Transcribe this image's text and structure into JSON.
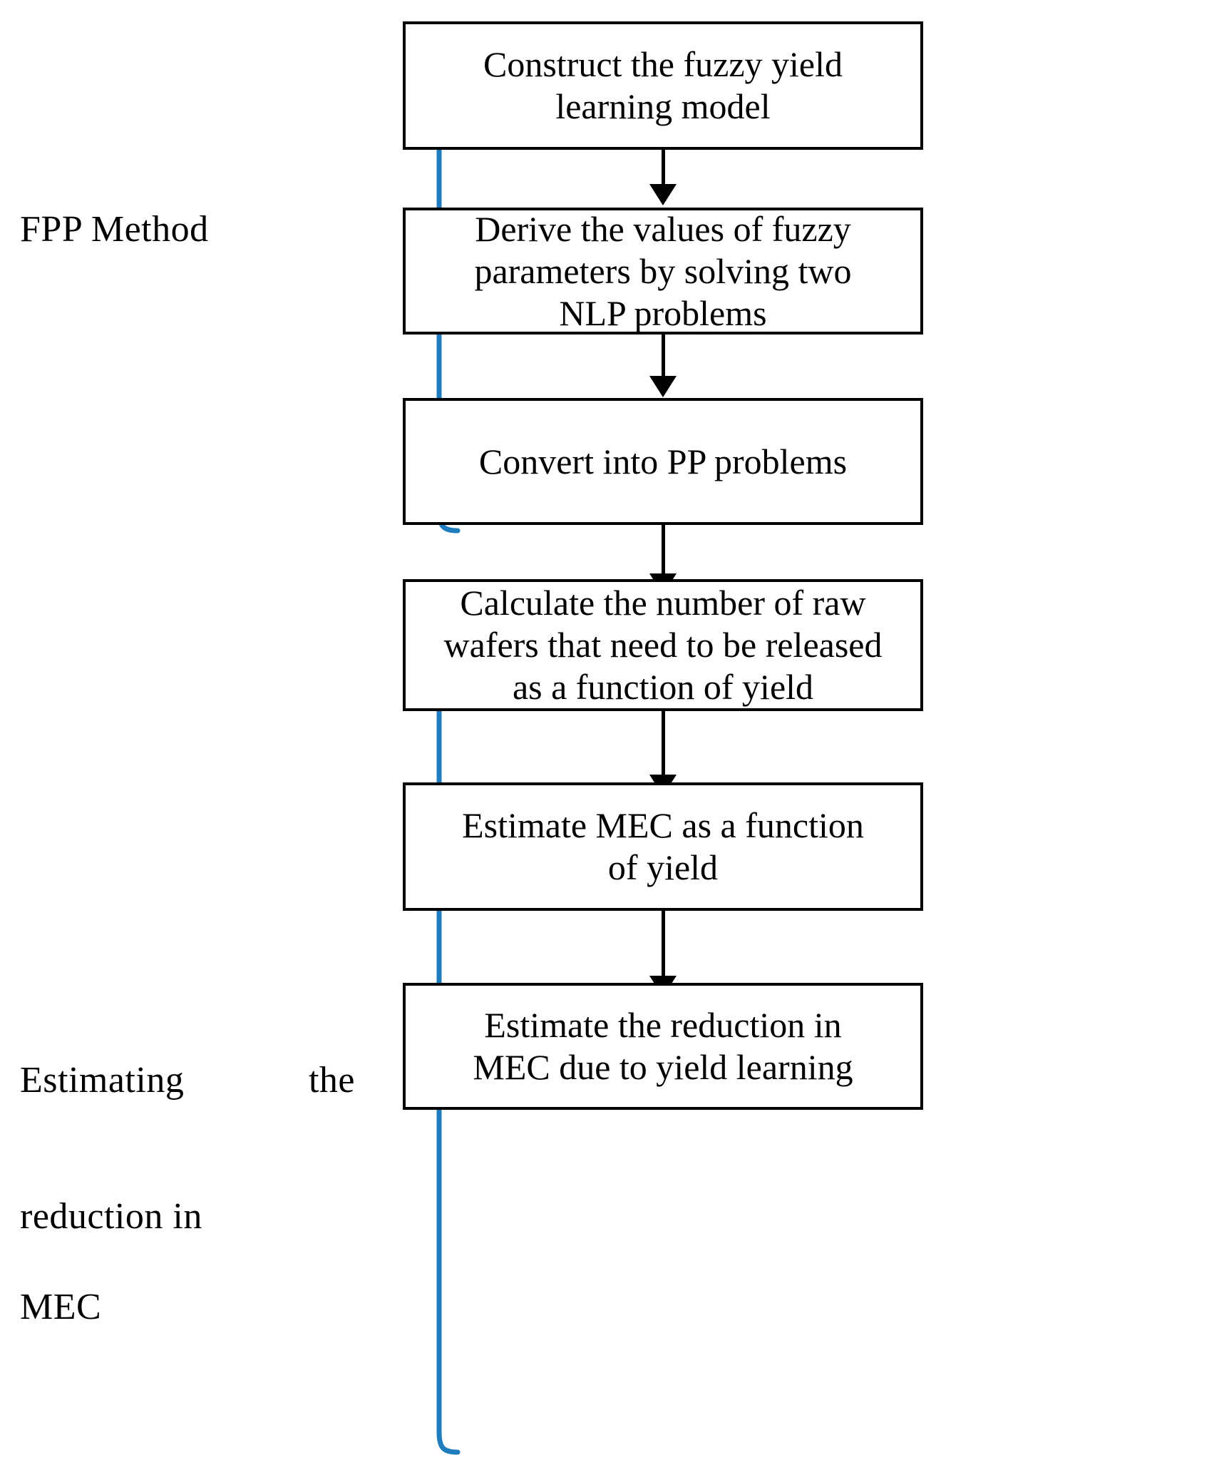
{
  "diagram": {
    "title": "FPP method and MEC reduction estimation flowchart",
    "accent_color": "#1f7dbe",
    "line_color": "#000000",
    "background": "#ffffff"
  },
  "groups": [
    {
      "id": "fpp",
      "label": "FPP Method",
      "brace_color": "#1f7dbe",
      "step_ids": [
        "step-1",
        "step-2",
        "step-3"
      ]
    },
    {
      "id": "mec",
      "label_line_1": "Estimating the",
      "label_line_2": "reduction in",
      "label_line_3": "MEC",
      "label": "Estimating the reduction in MEC",
      "brace_color": "#1f7dbe",
      "step_ids": [
        "step-4",
        "step-5",
        "step-6"
      ]
    }
  ],
  "steps": [
    {
      "id": "step-1",
      "text": "Construct the fuzzy yield\nlearning model"
    },
    {
      "id": "step-2",
      "text": "Derive the values of fuzzy\nparameters by solving two\nNLP problems"
    },
    {
      "id": "step-3",
      "text": "Convert into PP problems"
    },
    {
      "id": "step-4",
      "text": "Calculate the number of raw\nwafers that need to be released\nas a function of yield"
    },
    {
      "id": "step-5",
      "text": "Estimate MEC as a function\nof yield"
    },
    {
      "id": "step-6",
      "text": "Estimate the reduction in\nMEC due to yield learning"
    }
  ],
  "connectors": [
    {
      "id": "arrow-1-2",
      "from": "step-1",
      "to": "step-2",
      "direction": "down"
    },
    {
      "id": "arrow-2-3",
      "from": "step-2",
      "to": "step-3",
      "direction": "down"
    },
    {
      "id": "arrow-3-4",
      "from": "step-3",
      "to": "step-4",
      "direction": "down"
    },
    {
      "id": "arrow-4-5",
      "from": "step-4",
      "to": "step-5",
      "direction": "down"
    },
    {
      "id": "arrow-5-6",
      "from": "step-5",
      "to": "step-6",
      "direction": "down"
    }
  ]
}
